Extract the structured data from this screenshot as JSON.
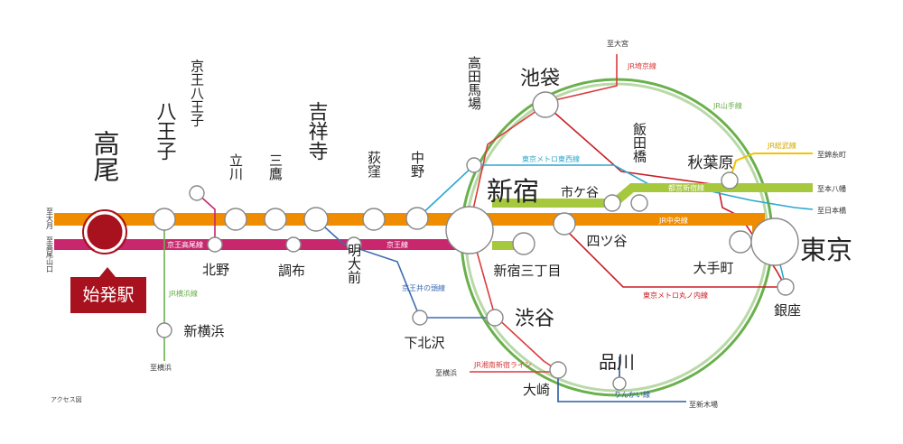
{
  "colors": {
    "chuo": "#f08c00",
    "keio": "#c8276d",
    "yamanote": "#6ab04c",
    "jr_ring2": "#b9d9a8",
    "toei_shinjuku": "#a6c83c",
    "marunouchi": "#c81d25",
    "tozai": "#2aa7cf",
    "inokashira": "#3d6bb0",
    "sobu": "#f2c300",
    "keihin": "#2aa7cf",
    "shonan": "#d93b3b",
    "rinkai": "#2c5aa0",
    "yokohama": "#6ab04c",
    "takao": "#a8121e"
  },
  "stations": {
    "takao": "高尾",
    "hachioji": "八王子",
    "keio_hachioji": "京王八王子",
    "tachikawa": "立川",
    "mitaka": "三鷹",
    "kichijoji": "吉祥寺",
    "ogikubo": "荻窪",
    "nakano": "中野",
    "takadanobaba": "高田馬場",
    "shinjuku": "新宿",
    "ichigaya": "市ケ谷",
    "iidabashi": "飯田橋",
    "akihabara": "秋葉原",
    "ikebukuro": "池袋",
    "tokyo": "東京",
    "yotsuya": "四ツ谷",
    "otemachi": "大手町",
    "ginza": "銀座",
    "shinjuku_sanchome": "新宿三丁目",
    "shibuya": "渋谷",
    "shimokitazawa": "下北沢",
    "meidaimae": "明大前",
    "chofu": "調布",
    "kitano": "北野",
    "shinyokohama": "新横浜",
    "shinagawa": "品川",
    "osaki": "大崎"
  },
  "start_badge": "始発駅",
  "line_labels": {
    "keio_takao": "京王高尾線",
    "keio": "京王線",
    "jr_yokohama": "JR横浜線",
    "inokashira": "京王井の頭線",
    "tozai": "東京メトロ東西線",
    "toei_shinjuku": "都営新宿線",
    "chuo": "JR中央線",
    "marunouchi": "東京メトロ丸ノ内線",
    "yamanote": "JR山手線",
    "saikyo": "JR埼京線",
    "sobu": "JR総武線",
    "shonan_shinjuku": "JR湘南新宿ライン",
    "rinkai": "りんかい線"
  },
  "destinations": {
    "omiya": "至大宮",
    "kinshicho": "至錦糸町",
    "motoyawata": "至本八幡",
    "nihonbashi": "至日本橋",
    "shinkiba": "至新木場",
    "yokohama_south": "至横浜",
    "yokohama_west": "至横浜"
  },
  "left_ends": {
    "otsuki": "至大月",
    "takaosanguchi": "至高尾山口"
  },
  "caption": "アクセス図"
}
